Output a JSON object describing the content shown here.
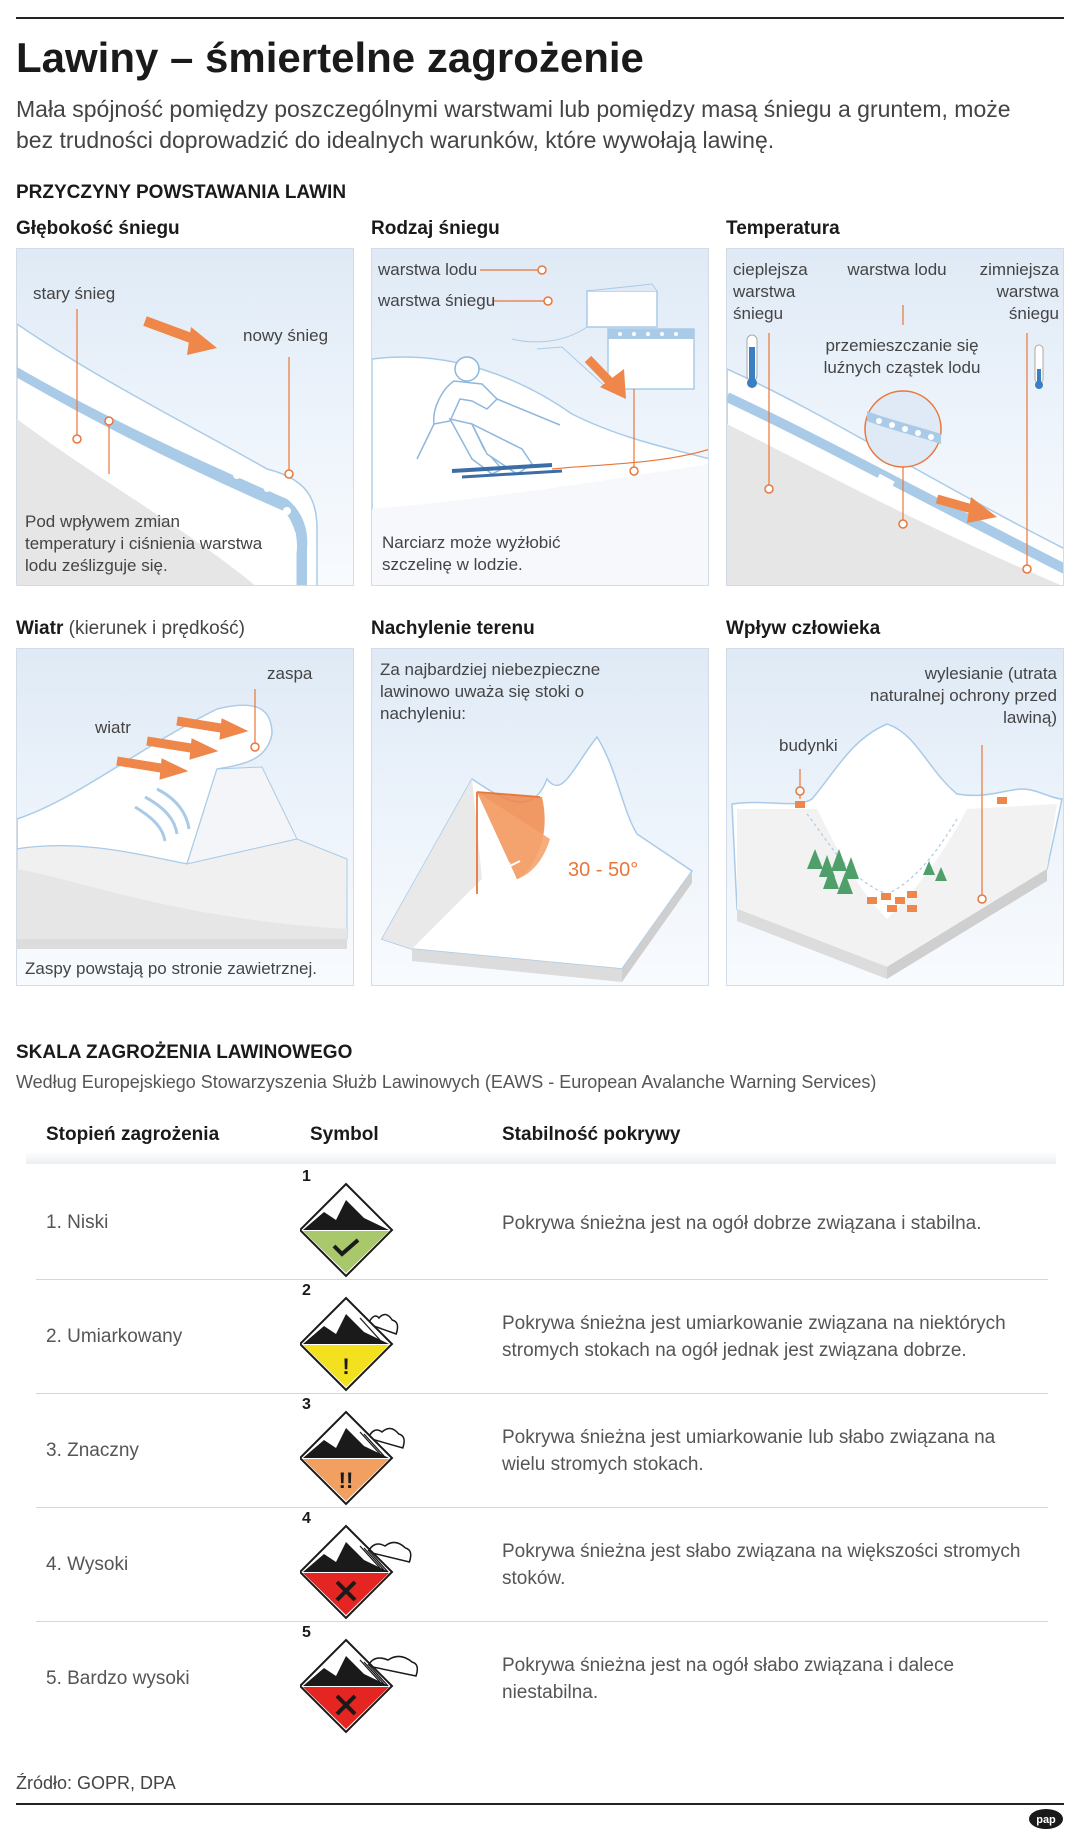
{
  "header": {
    "title": "Lawiny – śmiertelne zagrożenie",
    "lead": "Mała spójność pomiędzy poszczególnymi warstwami lub pomiędzy masą śniegu a gruntem, może bez trudności doprowadzić do idealnych warunków, które wywołają lawinę."
  },
  "causes": {
    "heading": "PRZYCZYNY POWSTAWANIA LAWIN",
    "depth": {
      "title": "Głębokość śniegu",
      "old_snow": "stary śnieg",
      "new_snow": "nowy śnieg",
      "caption": "Pod wpływem zmian temperatury i ciśnienia warstwa lodu ześlizguje się."
    },
    "type": {
      "title": "Rodzaj śniegu",
      "ice_layer": "warstwa lodu",
      "snow_layer": "warstwa śniegu",
      "caption": "Narciarz może wyżłobić szczelinę w lodzie."
    },
    "temp": {
      "title": "Temperatura",
      "warmer": "cieplejsza warstwa śniegu",
      "ice": "warstwa lodu",
      "colder": "zimniejsza warstwa śniegu",
      "movement": "przemieszczanie się luźnych cząstek lodu"
    },
    "wind": {
      "title": "Wiatr",
      "title_sub": "(kierunek i prędkość)",
      "drift": "zaspa",
      "wind": "wiatr",
      "caption": "Zaspy powstają po stronie zawietrznej."
    },
    "slope": {
      "title": "Nachylenie terenu",
      "caption": "Za najbardziej niebezpieczne lawinowo uważa się stoki o nachyleniu:",
      "angle": "30 - 50°"
    },
    "human": {
      "title": "Wpływ człowieka",
      "deforestation": "wylesianie (utrata naturalnej ochrony przed lawiną)",
      "buildings": "budynki"
    }
  },
  "scale": {
    "heading": "SKALA ZAGROŻENIA LAWINOWEGO",
    "subtitle": "Według Europejskiego Stowarzyszenia Służb Lawinowych (EAWS - European Avalanche Warning Services)",
    "col_level": "Stopień zagrożenia",
    "col_symbol": "Symbol",
    "col_stability": "Stabilność pokrywy",
    "levels": [
      {
        "num": "1",
        "label": "1. Niski",
        "desc": "Pokrywa śnieżna jest na ogół dobrze związana i stabilna.",
        "color": "#a9c86c",
        "mark": "check"
      },
      {
        "num": "2",
        "label": "2. Umiarkowany",
        "desc": "Pokrywa śnieżna jest umiarkowanie związana na niektórych stromych stokach na ogół jednak jest związana dobrze.",
        "color": "#f3e01f",
        "mark": "!"
      },
      {
        "num": "3",
        "label": "3. Znaczny",
        "desc": "Pokrywa śnieżna jest umiarkowanie lub słabo związana na wielu stromych stokach.",
        "color": "#f2a061",
        "mark": "!!"
      },
      {
        "num": "4",
        "label": "4. Wysoki",
        "desc": "Pokrywa śnieżna jest słabo związana na większości stromych stoków.",
        "color": "#e52521",
        "mark": "x"
      },
      {
        "num": "5",
        "label": "5. Bardzo wysoki",
        "desc": "Pokrywa śnieżna jest na ogół słabo związana i dalece niestabilna.",
        "color": "#e52521",
        "mark": "x"
      }
    ]
  },
  "footer": {
    "source": "Źródło: GOPR, DPA",
    "logo": "pap"
  },
  "colors": {
    "accent": "#e8773a",
    "ice": "#a9cbe8"
  }
}
